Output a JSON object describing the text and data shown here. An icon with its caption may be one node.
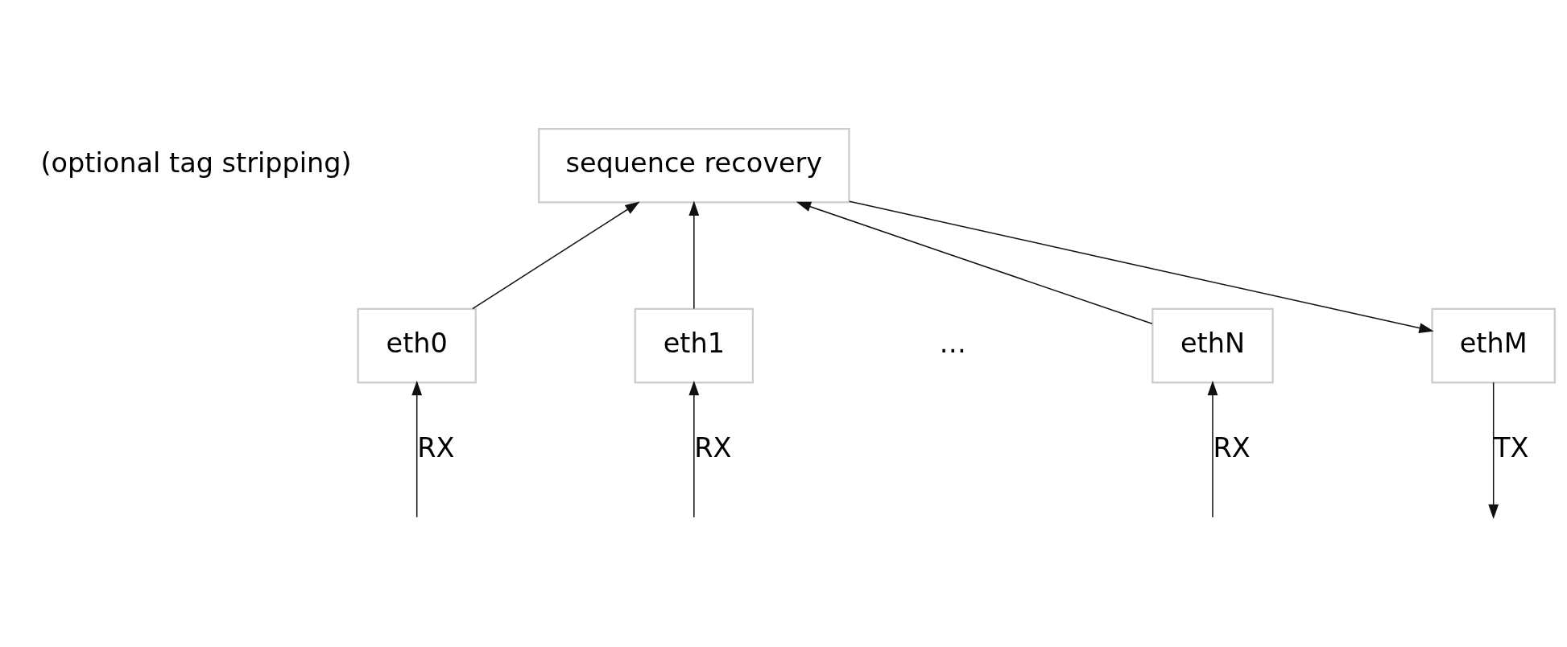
{
  "diagram": {
    "nodes": [
      {
        "text": [
          "sequence recovery"
        ]
      },
      {
        "text": [
          "eth0"
        ]
      },
      {
        "text": [
          "eth1"
        ]
      },
      {
        "text": [
          "ethN"
        ]
      },
      {
        "text": [
          "ethM"
        ]
      }
    ],
    "edges": [
      {
        "from": 1,
        "to": 0,
        "arrow": "to"
      },
      {
        "from": 2,
        "to": 0,
        "arrow": "to"
      },
      {
        "from": 3,
        "to": 0,
        "arrow": "to"
      },
      {
        "from": 0,
        "to": 4,
        "arrow": "to"
      },
      {
        "from": null,
        "to": 1,
        "arrow": "to",
        "label": "RX"
      },
      {
        "from": null,
        "to": 2,
        "arrow": "to",
        "label": "RX"
      },
      {
        "from": null,
        "to": 3,
        "arrow": "to",
        "label": "RX"
      },
      {
        "from": 4,
        "to": null,
        "arrow": "to",
        "label": "TX"
      }
    ],
    "labels": [
      "(optional tag stripping)",
      "…"
    ]
  }
}
